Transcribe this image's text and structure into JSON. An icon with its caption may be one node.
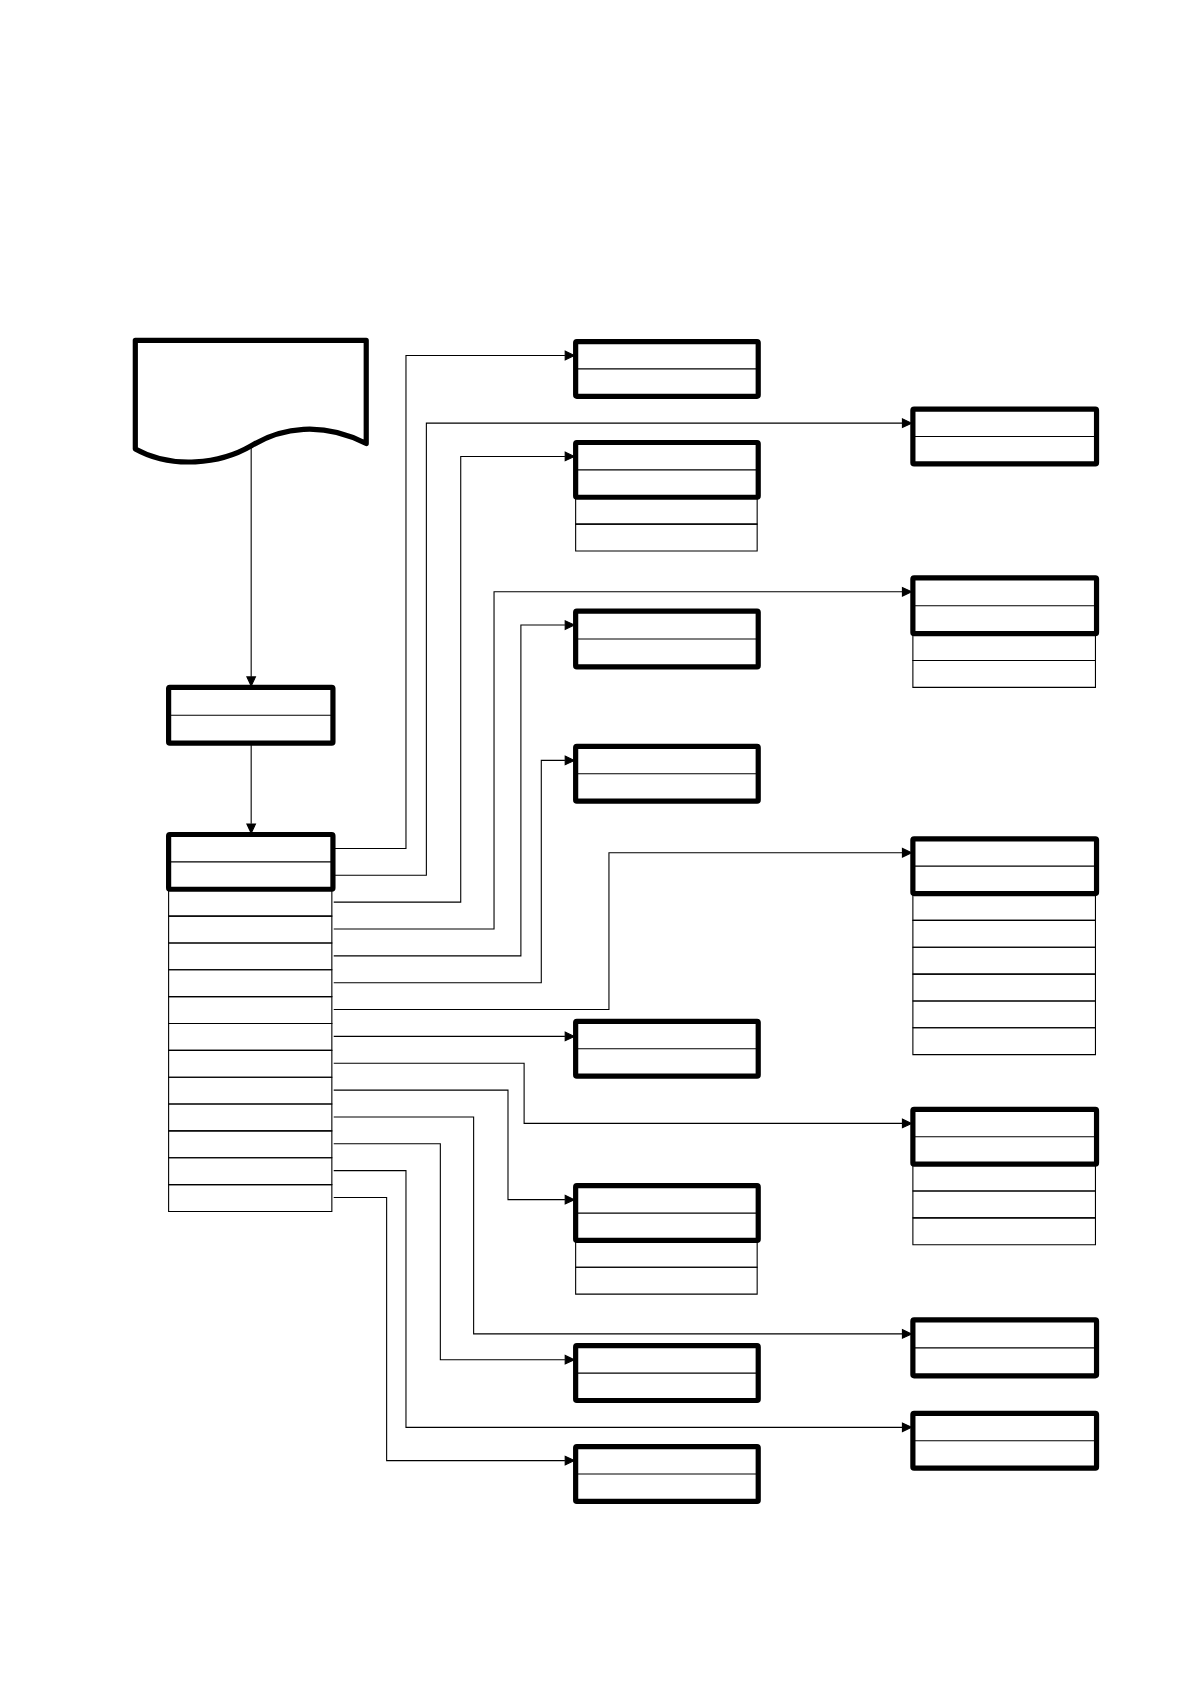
{
  "diagram": {
    "nodes": [
      {
        "text": [],
        "shape": "document"
      },
      {
        "text": [],
        "shape": "box"
      },
      {
        "text": [],
        "shape": "box"
      },
      {
        "text": [],
        "shape": "table"
      },
      {
        "text": [],
        "shape": "table"
      },
      {
        "text": [],
        "shape": "box"
      },
      {
        "text": [],
        "shape": "box"
      },
      {
        "text": [],
        "shape": "box"
      },
      {
        "text": [],
        "shape": "table"
      },
      {
        "text": [],
        "shape": "table"
      },
      {
        "text": [],
        "shape": "box"
      },
      {
        "text": [],
        "shape": "table"
      },
      {
        "text": [],
        "shape": "table"
      },
      {
        "text": [],
        "shape": "box"
      },
      {
        "text": [],
        "shape": "box"
      },
      {
        "text": [],
        "shape": "box"
      },
      {
        "text": [],
        "shape": "box"
      }
    ],
    "edges": [
      {
        "from": 0,
        "to": 6,
        "arrow": "to"
      },
      {
        "from": 6,
        "to": 8,
        "arrow": "to"
      },
      {
        "from": 8,
        "to": 1,
        "arrow": "to"
      },
      {
        "from": 8,
        "to": 2,
        "arrow": "to"
      },
      {
        "from": 8,
        "to": 3,
        "arrow": "to"
      },
      {
        "from": 8,
        "to": 4,
        "arrow": "to"
      },
      {
        "from": 8,
        "to": 5,
        "arrow": "to"
      },
      {
        "from": 8,
        "to": 7,
        "arrow": "to"
      },
      {
        "from": 8,
        "to": 9,
        "arrow": "to"
      },
      {
        "from": 8,
        "to": 10,
        "arrow": "to"
      },
      {
        "from": 8,
        "to": 11,
        "arrow": "to"
      },
      {
        "from": 8,
        "to": 12,
        "arrow": "to"
      },
      {
        "from": 8,
        "to": 13,
        "arrow": "to"
      },
      {
        "from": 8,
        "to": 14,
        "arrow": "to"
      },
      {
        "from": 8,
        "to": 15,
        "arrow": "to"
      },
      {
        "from": 8,
        "to": 16,
        "arrow": "to"
      }
    ]
  }
}
